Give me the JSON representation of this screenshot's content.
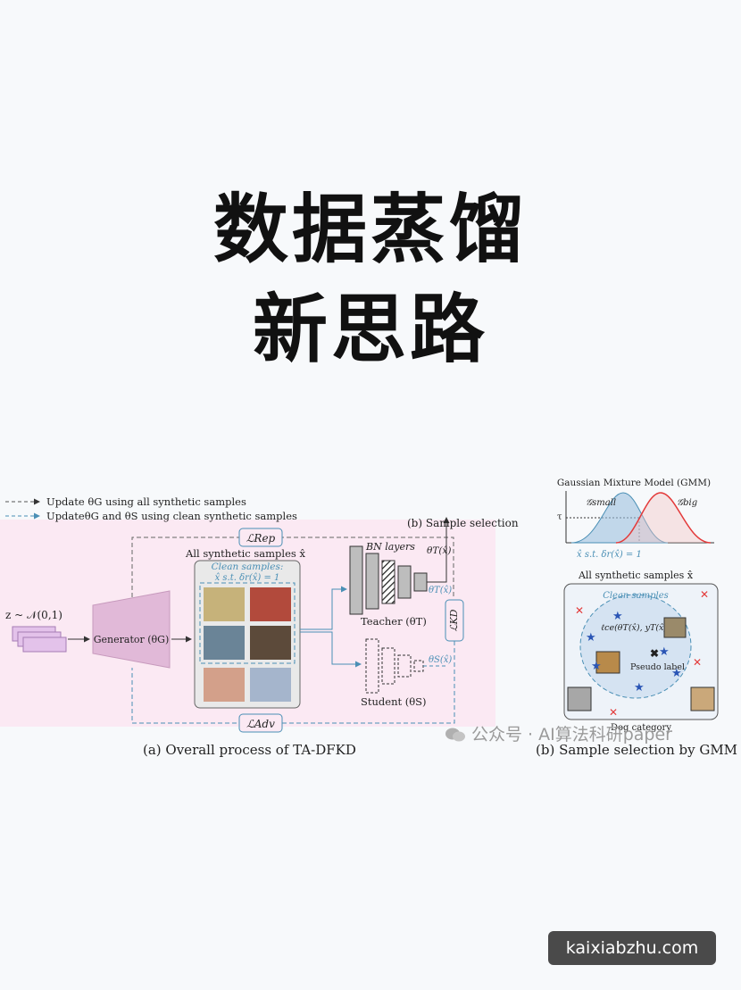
{
  "title": {
    "line1": "数据蒸馏",
    "line2": "新思路"
  },
  "figure_a": {
    "legend_1": "Update θG using all synthetic samples",
    "legend_2": "UpdateθG and θS using clean synthetic samples",
    "rep_loss": "ℒRep",
    "adv_loss": "ℒAdv",
    "kd_loss": "ℒKD",
    "noise": "z ~ 𝒩(0,1)",
    "generator": "Generator (θG)",
    "all_samples": "All synthetic samples x̂",
    "clean_samples": "Clean samples:",
    "clean_condition": "x̂ s.t. δr(x̂) = 1",
    "bn_layers": "BN layers",
    "theta_t_x": "θT(x̂)",
    "theta_t_x2": "θT(x̂)",
    "theta_s_x": "θS(x̂)",
    "teacher": "Teacher (θT)",
    "student": "Student (θS)",
    "sample_selection": "(b) Sample selection",
    "caption": "(a) Overall process of TA-DFKD"
  },
  "figure_b": {
    "gmm_title": "Gaussian Mixture Model (GMM)",
    "g_small": "𝒢small",
    "g_big": "𝒢big",
    "tau": "τ",
    "condition": "x̂ s.t. δr(x̂) = 1",
    "all_samples": "All synthetic samples x̂",
    "clean_samples": "Clean samples",
    "loss_expr": "ℓce(θT(x̂), yT(x̂))",
    "pseudo_label": "Pseudo label",
    "dog_category": "Dog category",
    "caption": "(b) Sample selection by GMM"
  },
  "watermark": "公众号 · AI算法科研paper",
  "badge": "kaixiabzhu.com",
  "colors": {
    "pink_bg": "#f9e4f1",
    "blue_dash": "#4a8fb5",
    "panel_blue": "#dfeaf6",
    "gmm_blue": "#9cc0e0",
    "gmm_red": "#e33a3a"
  }
}
